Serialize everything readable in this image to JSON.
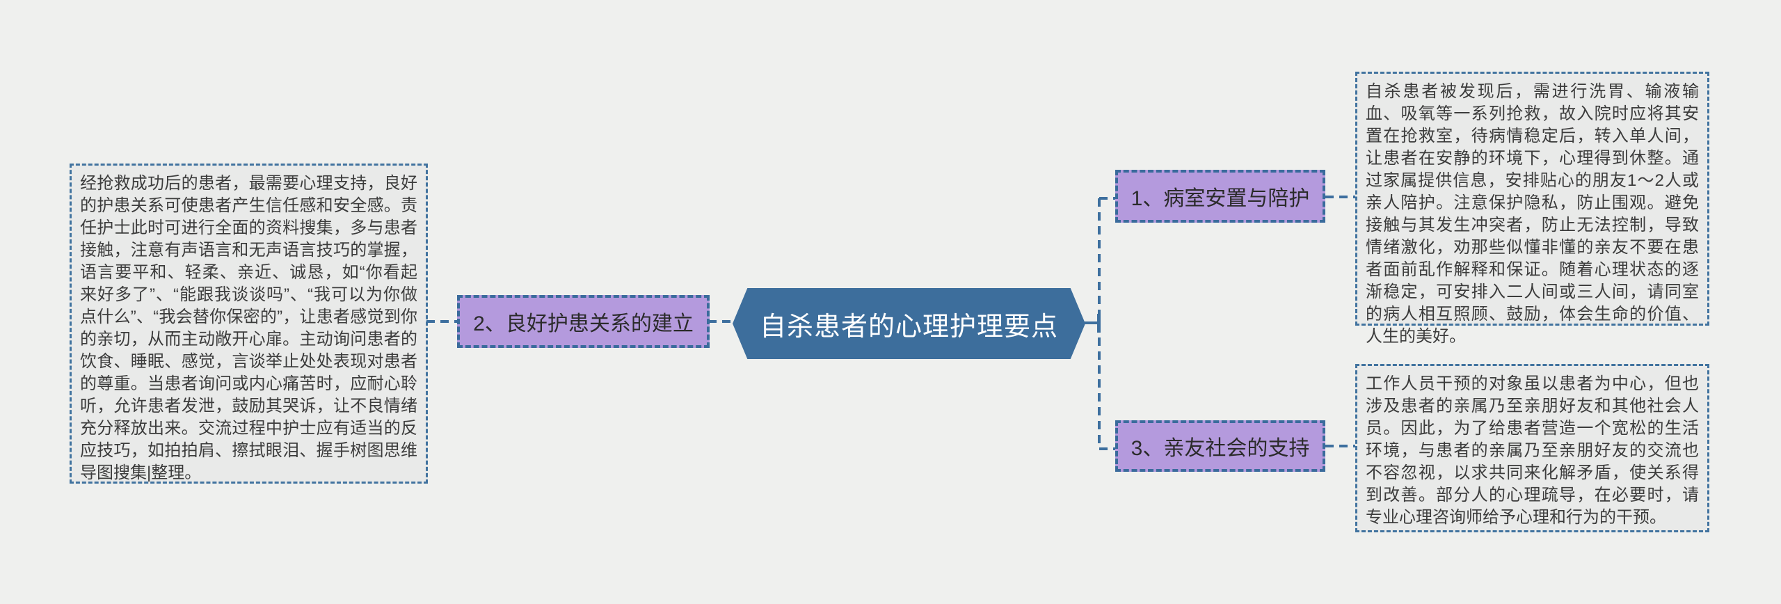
{
  "page": {
    "background": "#eff0ee",
    "colors": {
      "central_node_blue": "#3d6e9c",
      "branch_purple": "#b49add",
      "connector_blue": "#3d6f9e",
      "note_background": "#e9eae9",
      "note_border_blue": "#41739f",
      "note_text": "#3c3c3c"
    }
  },
  "central_topic": {
    "label": "自杀患者的心理护理要点"
  },
  "branches": [
    {
      "label": "1、病室安置与陪护",
      "note": "自杀患者被发现后，需进行洗胃、输液输血、吸氧等一系列抢救，故入院时应将其安置在抢救室，待病情稳定后，转入单人间，让患者在安静的环境下，心理得到休整。通过家属提供信息，安排贴心的朋友1～2人或亲人陪护。注意保护隐私，防止围观。避免接触与其发生冲突者，防止无法控制，导致情绪激化，劝那些似懂非懂的亲友不要在患者面前乱作解释和保证。随着心理状态的逐渐稳定，可安排入二人间或三人间，请同室的病人相互照顾、鼓励，体会生命的价值、人生的美好。"
    },
    {
      "label": "2、良好护患关系的建立",
      "note": "经抢救成功后的患者，最需要心理支持，良好的护患关系可使患者产生信任感和安全感。责任护士此时可进行全面的资料搜集，多与患者接触，注意有声语言和无声语言技巧的掌握，语言要平和、轻柔、亲近、诚恳，如“你看起来好多了”、“能跟我谈谈吗”、“我可以为你做点什么”、“我会替你保密的”，让患者感觉到你的亲切，从而主动敞开心扉。主动询问患者的饮食、睡眠、感觉，言谈举止处处表现对患者的尊重。当患者询问或内心痛苦时，应耐心聆听，允许患者发泄，鼓励其哭诉，让不良情绪充分释放出来。交流过程中护士应有适当的反应技巧，如拍拍肩、擦拭眼泪、握手树图思维导图搜集|整理。"
    },
    {
      "label": "3、亲友社会的支持",
      "note": "工作人员干预的对象虽以患者为中心，但也涉及患者的亲属乃至亲朋好友和其他社会人员。因此，为了给患者营造一个宽松的生活环境，与患者的亲属乃至亲朋好友的交流也不容忽视，以求共同来化解矛盾，使关系得到改善。部分人的心理疏导，在必要时，请专业心理咨询师给予心理和行为的干预。"
    }
  ]
}
